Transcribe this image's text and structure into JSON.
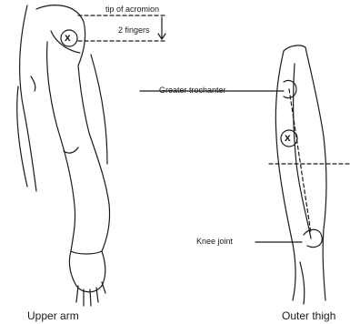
{
  "labels": {
    "tip_of_acromion": "tip of acromion",
    "two_fingers": "2 fingers",
    "greater_trochanter": "Greater trochanter",
    "knee_joint": "Knee joint",
    "injection_mark": "x"
  },
  "captions": {
    "upper_arm": "Upper arm",
    "outer_thigh": "Outer thigh"
  },
  "colors": {
    "line": "#1a1a1a",
    "background": "#ffffff"
  }
}
